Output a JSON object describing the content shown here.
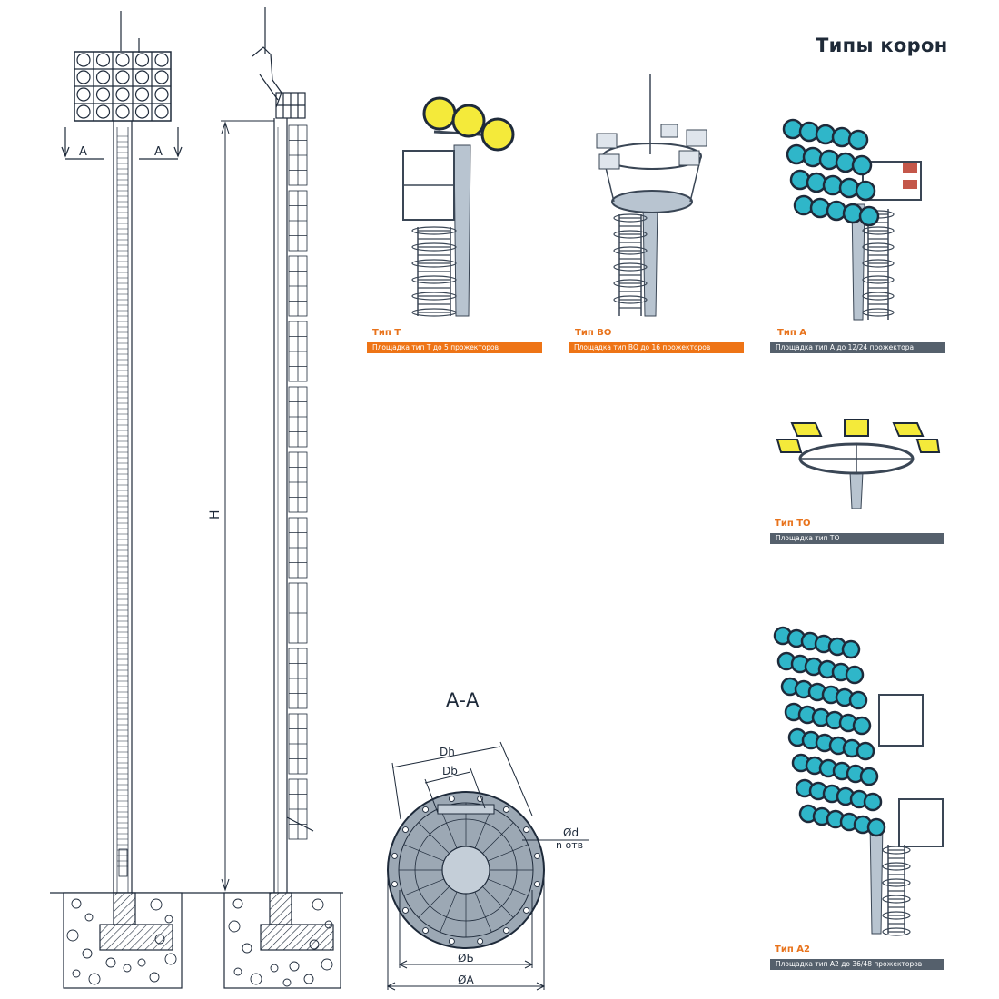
{
  "page": {
    "title": "Типы корон"
  },
  "elevation": {
    "section_mark_left": "А",
    "section_mark_right": "А",
    "height_label": "H"
  },
  "section": {
    "title": "А-А",
    "label_dh": "Dh",
    "label_db": "Db",
    "label_hole_d": "Ød",
    "label_hole_n": "n отв",
    "label_phi_b": "ØБ",
    "label_phi_a": "ØА"
  },
  "crowns": [
    {
      "name": "Тип Т",
      "desc": "Площадка тип Т до 5 прожекторов",
      "bar_color": "#ee7416"
    },
    {
      "name": "Тип ВО",
      "desc": "Площадка тип ВО до 16 прожекторов",
      "bar_color": "#ee7416"
    },
    {
      "name": "Тип А",
      "desc": "Площадка тип А до 12/24 прожектора",
      "bar_color": "#55606c"
    },
    {
      "name": "Тип ТО",
      "desc": "Площадка тип ТО",
      "bar_color": "#55606c"
    },
    {
      "name": "Тип А2",
      "desc": "Площадка тип А2  до 36/48 прожекторов",
      "bar_color": "#55606c"
    }
  ],
  "colors": {
    "line": "#1e2a3a",
    "steel": "#b8c4d0",
    "lamp_cyan": "#2fb6c9",
    "lamp_yellow": "#f4ea3a",
    "accent": "#e8731c"
  }
}
